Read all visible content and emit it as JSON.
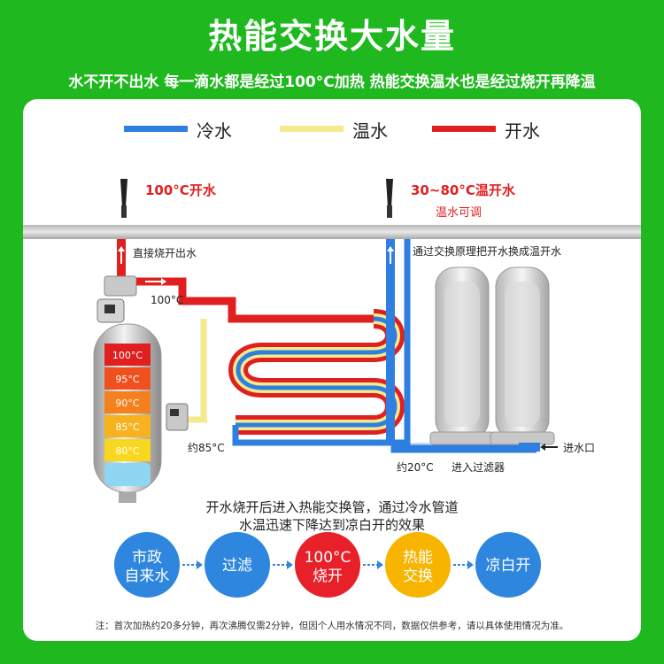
{
  "header": {
    "title": "热能交换大水量",
    "subtitle": "水不开不出水 每一滴水都是经过100°C加热 热能交换温水也是经过烧开再降温"
  },
  "legend": {
    "cold": "冷水",
    "warm": "温水",
    "boiling": "开水"
  },
  "faucets": {
    "left_label": "100°C开水",
    "right_label": "30~80°C温开水",
    "right_sub": "温水可调"
  },
  "labels": {
    "direct": "直接烧开出水",
    "hot_100": "100°C",
    "about_85": "约85°C",
    "about_20": "约20°C",
    "exchange": "通过交换原理把开水换成温开水",
    "inlet": "进水口",
    "into_filter": "进入过滤器"
  },
  "tank_levels": [
    "100°C",
    "95°C",
    "90°C",
    "85°C",
    "80°C"
  ],
  "description": {
    "line1": "开水烧开后进入热能交换管，通过冷水管道",
    "line2": "水温迅速下降达到凉白开的效果"
  },
  "steps": [
    {
      "line1": "市政",
      "line2": "自来水"
    },
    {
      "line1": "过滤",
      "line2": ""
    },
    {
      "line1": "100°C",
      "line2": "烧开"
    },
    {
      "line1": "热能",
      "line2": "交换"
    },
    {
      "line1": "凉白开",
      "line2": ""
    }
  ],
  "footnote": "注：首次加热约20多分钟，再次沸腾仅需2分钟，但因个人用水情况不同，数据仅供参考，请以具体使用情况为准。",
  "colors": {
    "background": "#1fb81f",
    "cold": "#2f7fe0",
    "warm": "#f5ea8c",
    "boiling": "#e02020",
    "step_blue": "#2e86de",
    "step_red": "#e8202a",
    "step_yellow": "#f7b500"
  }
}
